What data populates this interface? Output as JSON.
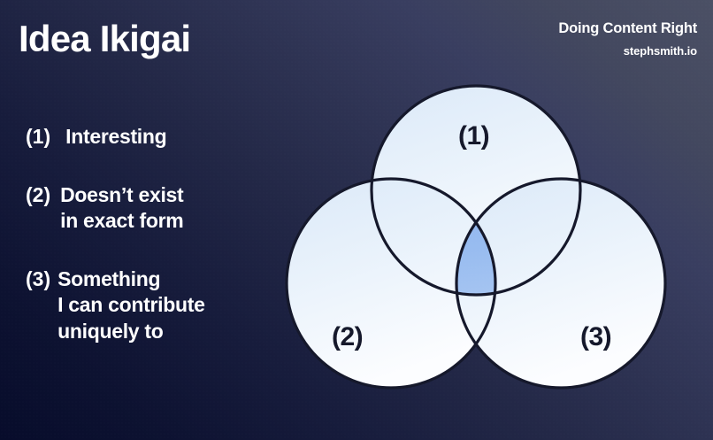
{
  "slide": {
    "title": "Idea Ikigai",
    "background": {
      "from": "#070c2b",
      "to": "#4b5065"
    }
  },
  "brand": {
    "line1": "Doing Content Right",
    "line2": "stephsmith.io"
  },
  "criteria": [
    {
      "number": "(1)",
      "text": "Interesting"
    },
    {
      "number": "(2)",
      "text": "Doesn’t exist\nin exact form"
    },
    {
      "number": "(3)",
      "text": "Something\nI can contribute\nuniquely to"
    }
  ],
  "venn": {
    "type": "three-circle-venn",
    "outline_color": "#15182b",
    "circle_fill_from": "#dceaf8",
    "circle_fill_to": "#fbfdff",
    "center_fill_from": "#7ba6e8",
    "center_fill_to": "#bdd4f4",
    "circles": [
      {
        "id": "top",
        "label": "(1)",
        "meaning": "Interesting"
      },
      {
        "id": "left",
        "label": "(2)",
        "meaning": "Doesn’t exist in exact form"
      },
      {
        "id": "right",
        "label": "(3)",
        "meaning": "Something I can contribute uniquely to"
      }
    ],
    "labels": {
      "top": "(1)",
      "left": "(2)",
      "right": "(3)"
    }
  }
}
